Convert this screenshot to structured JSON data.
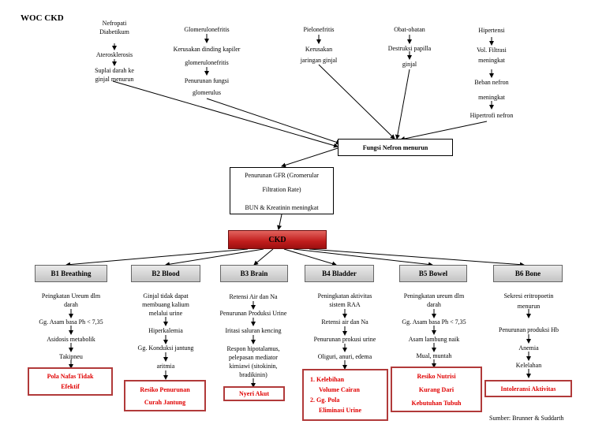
{
  "title": "WOC CKD",
  "causes": {
    "nefropati": [
      "Nefropati",
      "Diabetikum",
      "Aterosklerosis",
      "Suplai darah ke",
      "ginjal menurun"
    ],
    "glomerulonefritis": [
      "Glomerulonefritis",
      "Kerusakan dinding kapiler",
      "glomerulonefritis",
      "Penurunan fungsi",
      "glomerulus"
    ],
    "pielonefritis": [
      "Pielonefritis",
      "Kerusakan",
      "jaringan ginjal"
    ],
    "obat": [
      "Obat-obatan",
      "Destruksi papilla",
      "ginjal"
    ],
    "hipertensi": [
      "Hipertensi",
      "Vol. Filtrasi",
      "meningkat",
      "Beban nefron",
      "meningkat",
      "Hipertrofi nefron"
    ]
  },
  "fungsi_nefron": "Fungsi Nefron menurun",
  "gfr": {
    "line1": "Penurunan GFR (Gromerular",
    "line2": "Filtration Rate)",
    "line3": "BUN & Kreatinin meningkat"
  },
  "ckd": "CKD",
  "branches": [
    {
      "label": "B1 Breathing",
      "steps": [
        "Peingkatan Ureum dlm",
        "darah",
        "Gg. Asam basa Ph < 7,35",
        "Asidosis metabolik",
        "Takipneu"
      ],
      "diagnosis": [
        "Pola Nafas Tidak",
        "Efektif"
      ]
    },
    {
      "label": "B2 Blood",
      "steps": [
        "Ginjal tidak dapat",
        "membuang kalium",
        "melalui urine",
        "Hiperkalemia",
        "Gg. Konduksi jantung",
        "aritmia"
      ],
      "diagnosis": [
        "Resiko Penurunan",
        "Curah Jantung"
      ]
    },
    {
      "label": "B3 Brain",
      "steps": [
        "Retensi Air dan Na",
        "Penurunan Produksi Urine",
        "Iritasi saluran kencing",
        "Respon hipotalamus,",
        "pelepasan mediator",
        "kimiawi (sitokinin,",
        "bradikinin)"
      ],
      "diagnosis": [
        "Nyeri Akut"
      ]
    },
    {
      "label": "B4 Bladder",
      "steps": [
        "Peningkatan aktivitas",
        "sistem RAA",
        "Retensi air dan Na",
        "Penurunan prokusi urine",
        "Oliguri, anuri, edema"
      ],
      "diagnosis": [
        "1.  Kelebihan",
        "Volume Cairan",
        "2.  Gg. Pola",
        "Eliminasi Urine"
      ]
    },
    {
      "label": "B5 Bowel",
      "steps": [
        "Peningkatan ureum dlm",
        "darah",
        "Gg. Asam basa Ph < 7,35",
        "Asam lambung naik",
        "Mual, muntah"
      ],
      "diagnosis": [
        "Resiko Nutrisi",
        "Kurang Dari",
        "Kebutuhan Tubuh"
      ]
    },
    {
      "label": "B6 Bone",
      "steps": [
        "Sekresi eritropoetin",
        "menurun",
        "Penurunan produksi Hb",
        "Anemia",
        "Kelelahan"
      ],
      "diagnosis": [
        "Intoleransi Aktivitas"
      ]
    }
  ],
  "source": "Sumber: Brunner & Suddarth"
}
